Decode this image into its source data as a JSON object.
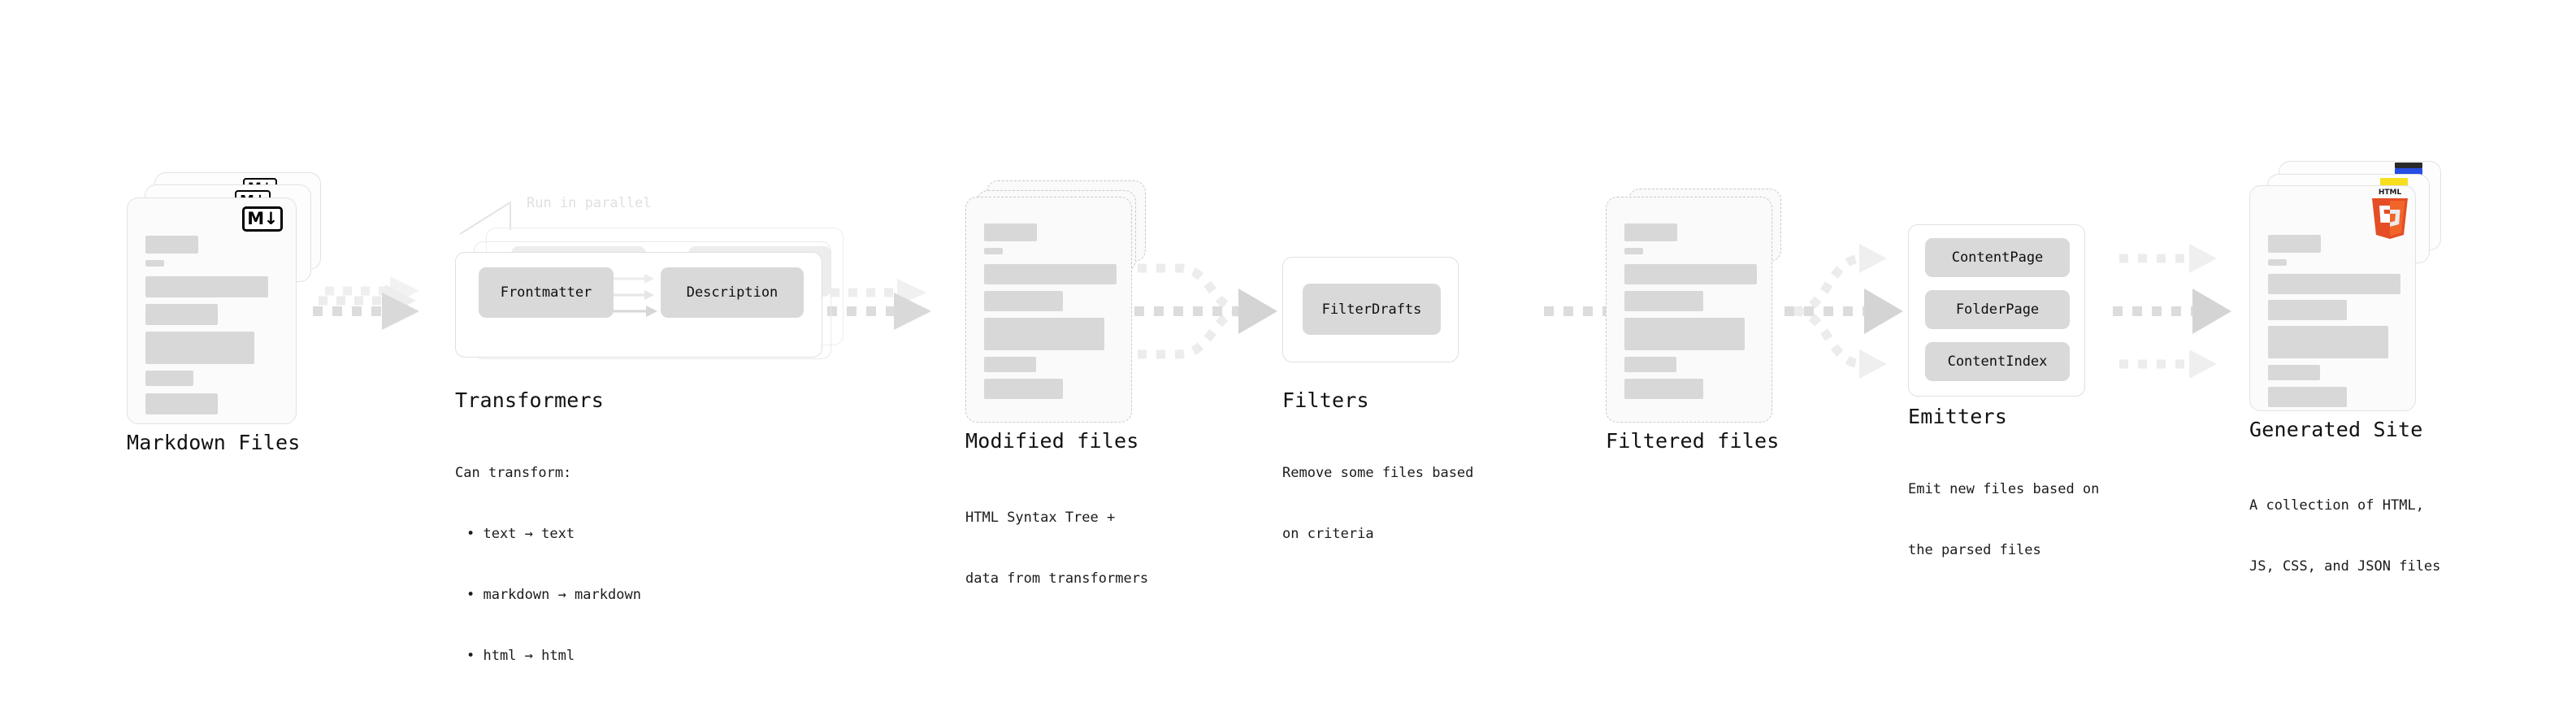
{
  "diagram": {
    "title_color": "#111111",
    "accent_colors": {
      "html5_shield": "#E44D26",
      "html5_shield_light": "#F16529",
      "js_yellow": "#F7DF1E",
      "css_blue": "#264DE4",
      "pill_fill": "#D9D9D9",
      "skeleton": "#D8D8D8",
      "arrow": "#D5D5D5",
      "border": "#E2E2E2"
    },
    "stages": [
      {
        "key": "markdown_files",
        "title": "Markdown Files",
        "caption": "",
        "badge": "markdown-badge",
        "badge_text": "M↓"
      },
      {
        "key": "transformers",
        "title": "Transformers",
        "caption_head": "Can transform:",
        "caption_bullets": [
          "• text → text",
          "• markdown → markdown",
          "• html → html"
        ],
        "parallel_label": "Run in parallel",
        "pills": [
          "Frontmatter",
          "Description"
        ]
      },
      {
        "key": "modified_files",
        "title": "Modified files",
        "caption_lines": [
          "HTML Syntax Tree +",
          "data from transformers"
        ]
      },
      {
        "key": "filters",
        "title": "Filters",
        "caption_lines": [
          "Remove some files based",
          "on criteria"
        ],
        "pills": [
          "FilterDrafts"
        ]
      },
      {
        "key": "filtered_files",
        "title": "Filtered files",
        "caption_lines": []
      },
      {
        "key": "emitters",
        "title": "Emitters",
        "caption_lines": [
          "Emit new files based on",
          "the parsed files"
        ],
        "pills": [
          "ContentPage",
          "FolderPage",
          "ContentIndex"
        ]
      },
      {
        "key": "generated_site",
        "title": "Generated Site",
        "caption_lines": [
          "A collection of HTML,",
          "JS, CSS, and JSON files"
        ],
        "badge": "html5-badge",
        "badge_text": "HTML"
      }
    ]
  }
}
